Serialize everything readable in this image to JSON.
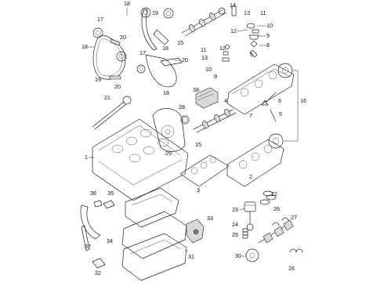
{
  "diagram": {
    "type": "exploded parts diagram",
    "callouts": [
      "1",
      "2",
      "3",
      "4",
      "5",
      "6",
      "7",
      "8",
      "9",
      "10",
      "11",
      "12",
      "13",
      "14",
      "15",
      "15",
      "16",
      "17",
      "17",
      "18",
      "18",
      "18",
      "18",
      "19",
      "19",
      "20",
      "20",
      "20",
      "21",
      "22",
      "23",
      "24",
      "25",
      "26",
      "26",
      "27",
      "28",
      "29",
      "30",
      "31",
      "32",
      "33",
      "34",
      "35",
      "36",
      "37",
      "38"
    ]
  }
}
